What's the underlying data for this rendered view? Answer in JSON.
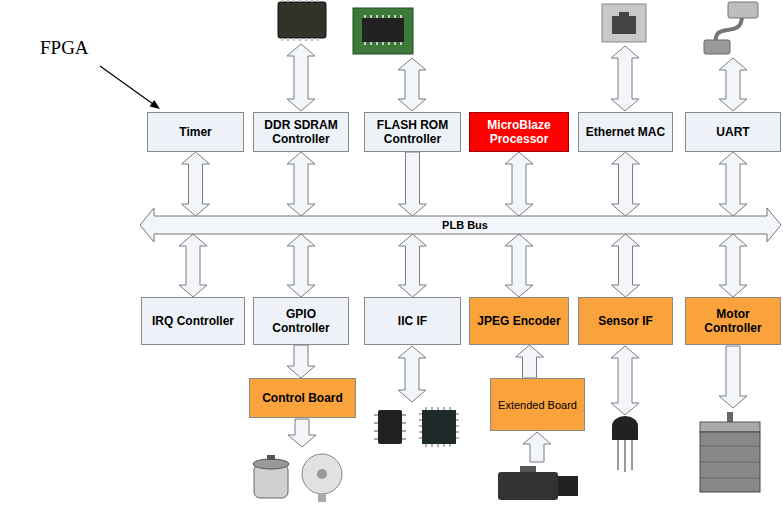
{
  "diagram": {
    "nodes": [
      {
        "text": [
          "FPGA"
        ]
      },
      {
        "text": [
          "Timer"
        ],
        "in": 0
      },
      {
        "text": [
          "DDR SDRAM Controller"
        ],
        "in": 0
      },
      {
        "text": [
          "FLASH ROM Controller"
        ],
        "in": 0
      },
      {
        "text": [
          "MicroBlaze Processor"
        ],
        "in": 0
      },
      {
        "text": [
          "Ethernet MAC"
        ],
        "in": 0
      },
      {
        "text": [
          "UART"
        ],
        "in": 0
      },
      {
        "text": [
          "PLB Bus"
        ],
        "in": 0
      },
      {
        "text": [
          "IRQ Controller"
        ],
        "in": 0
      },
      {
        "text": [
          "GPIO Controller"
        ],
        "in": 0
      },
      {
        "text": [
          "IIC IF"
        ],
        "in": 0
      },
      {
        "text": [
          "JPEG Encoder"
        ],
        "in": 0
      },
      {
        "text": [
          "Sensor IF"
        ],
        "in": 0
      },
      {
        "text": [
          "Motor Controller"
        ],
        "in": 0
      },
      {
        "text": [
          "Control Board"
        ]
      },
      {
        "text": [
          "Extended Board"
        ]
      }
    ],
    "edges": [
      {
        "from": 1,
        "to": 7,
        "arrow": "both"
      },
      {
        "from": 2,
        "to": 7,
        "arrow": "both"
      },
      {
        "from": 3,
        "to": 7,
        "arrow": "to"
      },
      {
        "from": 4,
        "to": 7,
        "arrow": "both"
      },
      {
        "from": 5,
        "to": 7,
        "arrow": "both"
      },
      {
        "from": 6,
        "to": 7,
        "arrow": "both"
      },
      {
        "from": 7,
        "to": 8,
        "arrow": "both"
      },
      {
        "from": 7,
        "to": 9,
        "arrow": "both"
      },
      {
        "from": 7,
        "to": 10,
        "arrow": "both"
      },
      {
        "from": 7,
        "to": 11,
        "arrow": "both"
      },
      {
        "from": 7,
        "to": 12,
        "arrow": "both"
      },
      {
        "from": 7,
        "to": 13,
        "arrow": "both"
      },
      {
        "from": 9,
        "to": 14,
        "arrow": "to"
      },
      {
        "from": 15,
        "to": 11,
        "arrow": "to"
      }
    ]
  }
}
